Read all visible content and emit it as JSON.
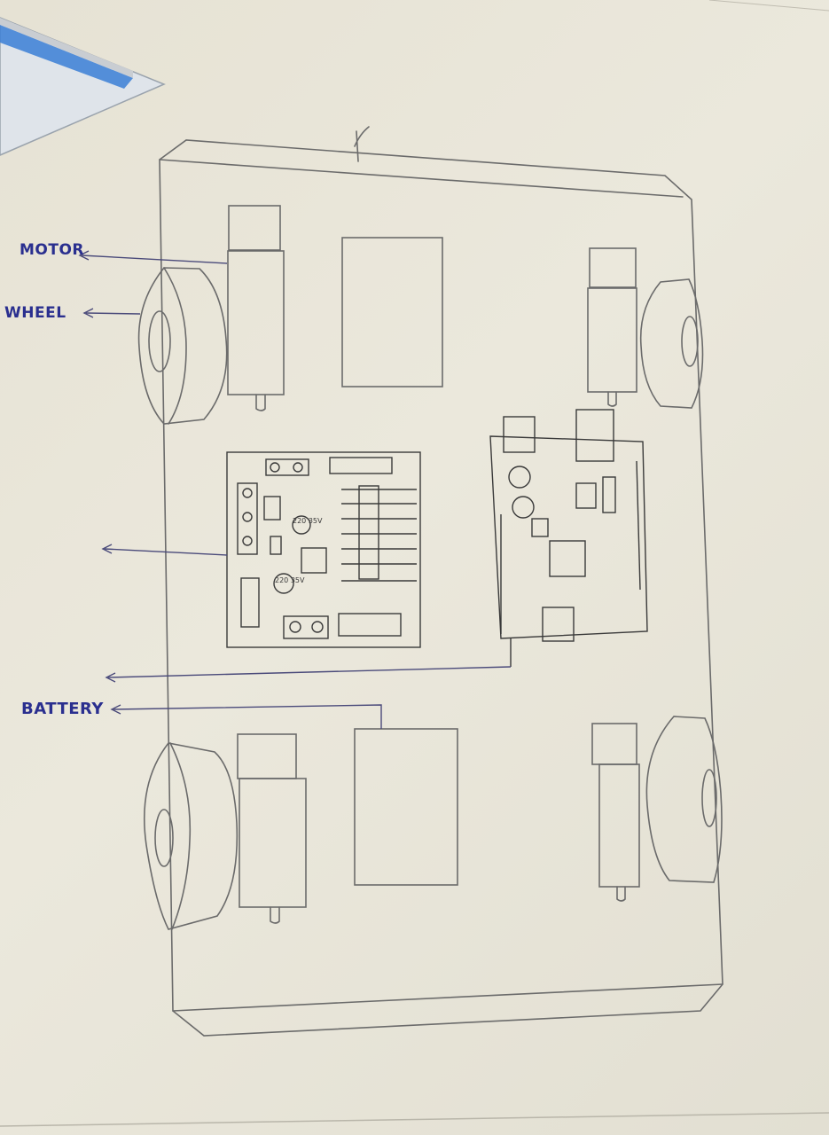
{
  "labels": {
    "motor": "MOTOR",
    "wheel": "WHEEL",
    "battery": "BATTERY"
  },
  "board_text": {
    "capacitor_1": "220 35V",
    "capacitor_2": "220 35V"
  },
  "colors": {
    "pencil": "#6b6b6b",
    "ink": "#2a2f8f",
    "paper": "#e8e5d9",
    "ruler": "#3b7fd6"
  }
}
